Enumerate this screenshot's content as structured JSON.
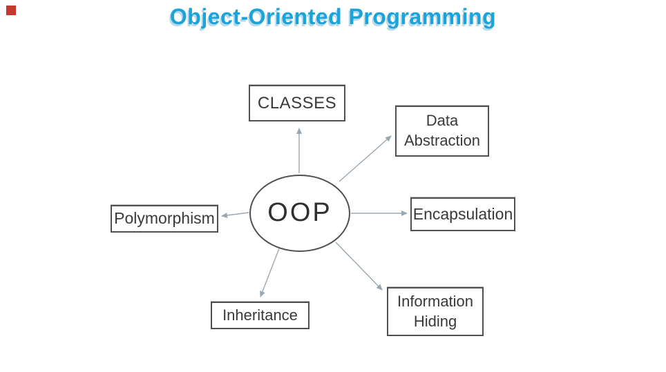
{
  "title": "Object-Oriented Programming",
  "colors": {
    "title": "#1ba3da",
    "title_shadow": "#b9d9ec",
    "box_border": "#4e4f53",
    "box_text": "#39393b",
    "arrow": "#9aa7b0",
    "marker_red": "#c23a2d",
    "background": "#ffffff"
  },
  "diagram": {
    "center": {
      "label": "OOP"
    },
    "nodes": [
      {
        "id": "classes",
        "label": "CLASSES"
      },
      {
        "id": "data-abstraction",
        "label": "Data\nAbstraction"
      },
      {
        "id": "encapsulation",
        "label": "Encapsulation"
      },
      {
        "id": "polymorphism",
        "label": "Polymorphism"
      },
      {
        "id": "inheritance",
        "label": "Inheritance"
      },
      {
        "id": "information-hiding",
        "label": "Information\nHiding"
      }
    ]
  }
}
